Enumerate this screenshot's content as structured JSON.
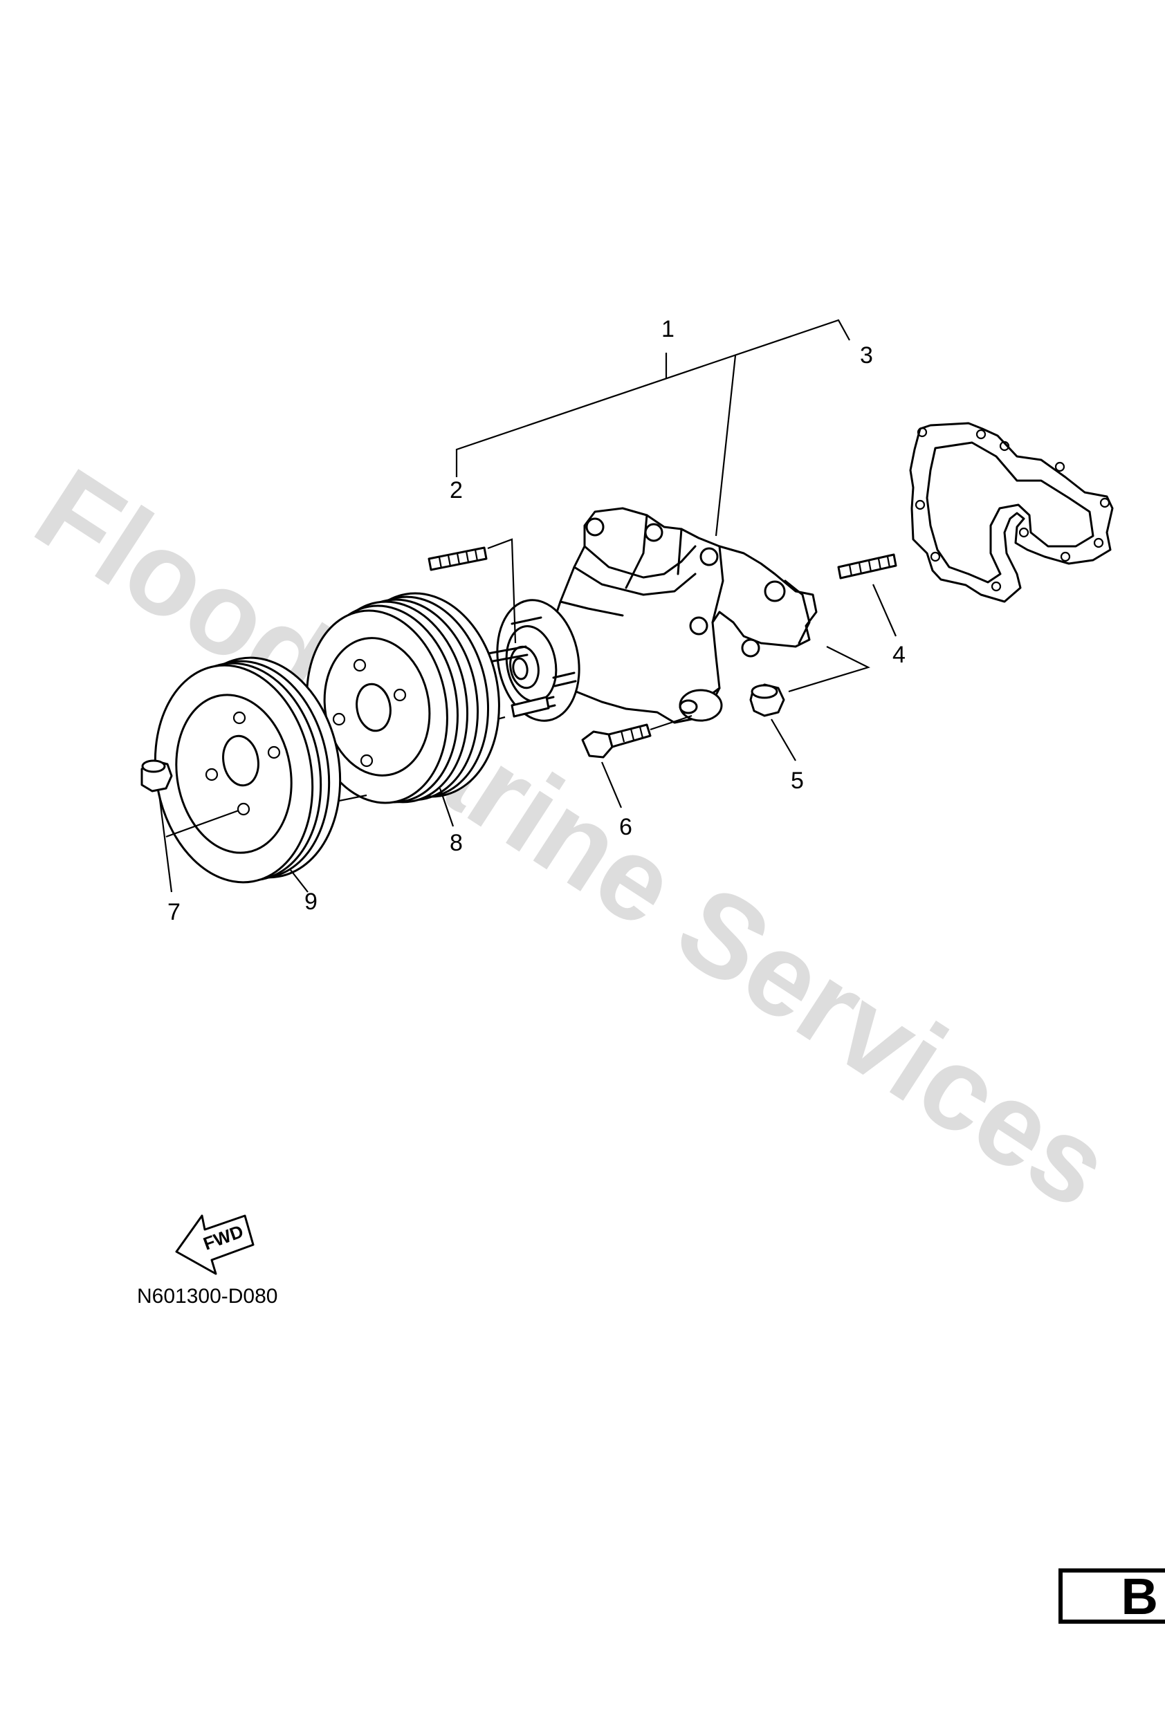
{
  "watermark": "Flood Marine Services",
  "callouts": [
    {
      "id": "1",
      "label": "1"
    },
    {
      "id": "2",
      "label": "2"
    },
    {
      "id": "3",
      "label": "3"
    },
    {
      "id": "4",
      "label": "4"
    },
    {
      "id": "5",
      "label": "5"
    },
    {
      "id": "6",
      "label": "6"
    },
    {
      "id": "7",
      "label": "7"
    },
    {
      "id": "8",
      "label": "8"
    },
    {
      "id": "9",
      "label": "9"
    }
  ],
  "fwd_indicator": "FWD",
  "diagram_reference": "N601300-D080",
  "section_letter": "B"
}
